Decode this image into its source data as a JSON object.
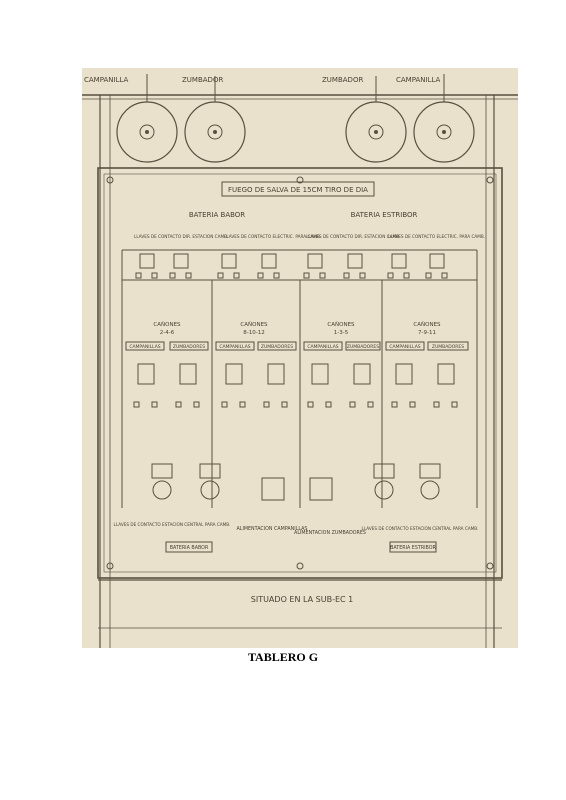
{
  "labels": {
    "campanilla_left": "CAMPANILLA",
    "zumbador_left": "ZUMBADOR",
    "zumbador_right": "ZUMBADOR",
    "campanilla_right": "CAMPANILLA",
    "board_title": "FUEGO DE SALVA DE 15CM TIRO DE DIA",
    "bateria_babor": "BATERIA BABOR",
    "bateria_estribor": "BATERIA ESTRIBOR",
    "contact_keys": [
      "LLAVES DE CONTACTO DIR. ESTACION CAMB.",
      "LLAVES DE CONTACTO ELECTRIC. PARA CAMB.",
      "LLAVES DE CONTACTO DIR. ESTACION CAMB.",
      "LLAVES DE CONTACTO ELECTRIC. PARA CAMB."
    ],
    "canon_groups": [
      {
        "title": "CAÑONES",
        "numbers": "2-4-6"
      },
      {
        "title": "CAÑONES",
        "numbers": "8-10-12"
      },
      {
        "title": "CAÑONES",
        "numbers": "1-3-5"
      },
      {
        "title": "CAÑONES",
        "numbers": "7-9-11"
      }
    ],
    "row_labels": [
      "CAMPANILLAS",
      "ZUMBADORES",
      "CAMPANILLAS",
      "ZUMBADORES",
      "CAMPANILLAS",
      "ZUMBADORES",
      "CAMPANILLAS",
      "ZUMBADORES"
    ],
    "lower_left_note": "LLAVES DE CONTACTO ESTACION CENTRAL PARA CAMB.",
    "alimentacion_campanillas": "ALIMENTACION CAMPANILLAS",
    "alimentacion_zumbadores": "ALIMENTACION ZUMBADORES",
    "lower_right_note": "LLAVES DE CONTACTO ESTACION CENTRAL PARA CAMB.",
    "bateria_babor_bottom": "BATERIA BABOR",
    "bateria_estribor_bottom": "BATERIA ESTRIBOR",
    "situado": "SITUADO EN LA SUB-EC 1"
  },
  "caption": "TABLERO G"
}
